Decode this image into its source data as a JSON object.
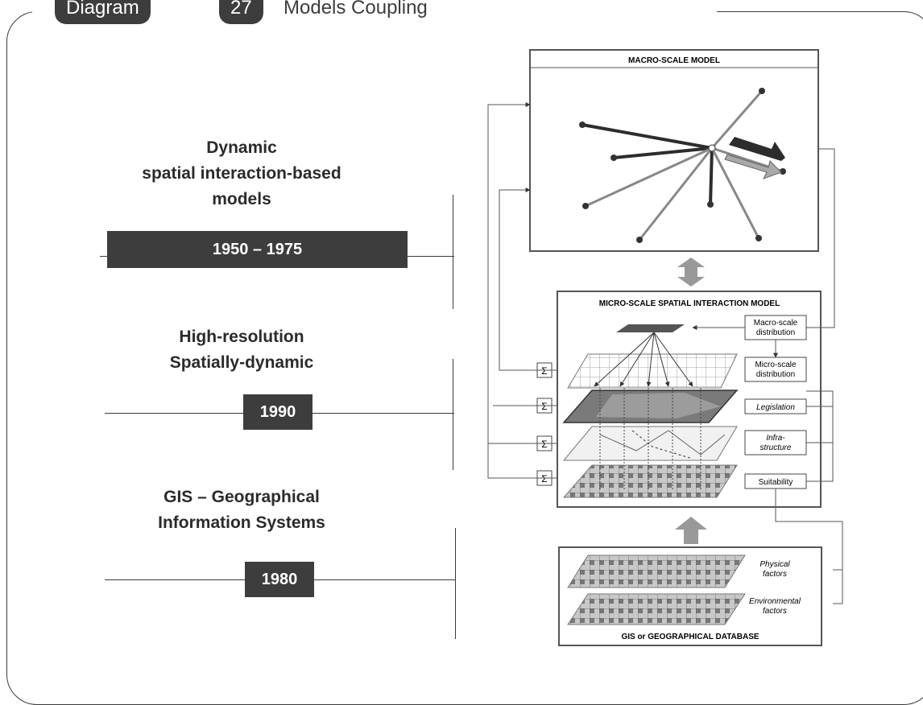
{
  "header": {
    "label": "Diagram",
    "number": "27",
    "title": "Models Coupling"
  },
  "eras": [
    {
      "title_lines": [
        "Dynamic",
        "spatial interaction-based",
        "models"
      ],
      "years": "1950 – 1975"
    },
    {
      "title_lines": [
        "High-resolution",
        "Spatially-dynamic"
      ],
      "years": "1990"
    },
    {
      "title_lines": [
        "GIS – Geographical",
        "Information Systems"
      ],
      "years": "1980"
    }
  ],
  "figure": {
    "macro_title": "MACRO-SCALE MODEL",
    "micro_title": "MICRO-SCALE SPATIAL INTERACTION MODEL",
    "boxes": {
      "macro_dist": [
        "Macro-scale",
        "distribution"
      ],
      "micro_dist": [
        "Micro-scale",
        "distribution"
      ],
      "legislation": "Legislation",
      "infra": [
        "Infra-",
        "structure"
      ],
      "suitability": "Suitability"
    },
    "sigma": "Σ",
    "db_labels": {
      "physical": [
        "Physical",
        "factors"
      ],
      "environmental": [
        "Environmental",
        "factors"
      ]
    },
    "db_title": "GIS or GEOGRAPHICAL DATABASE"
  }
}
